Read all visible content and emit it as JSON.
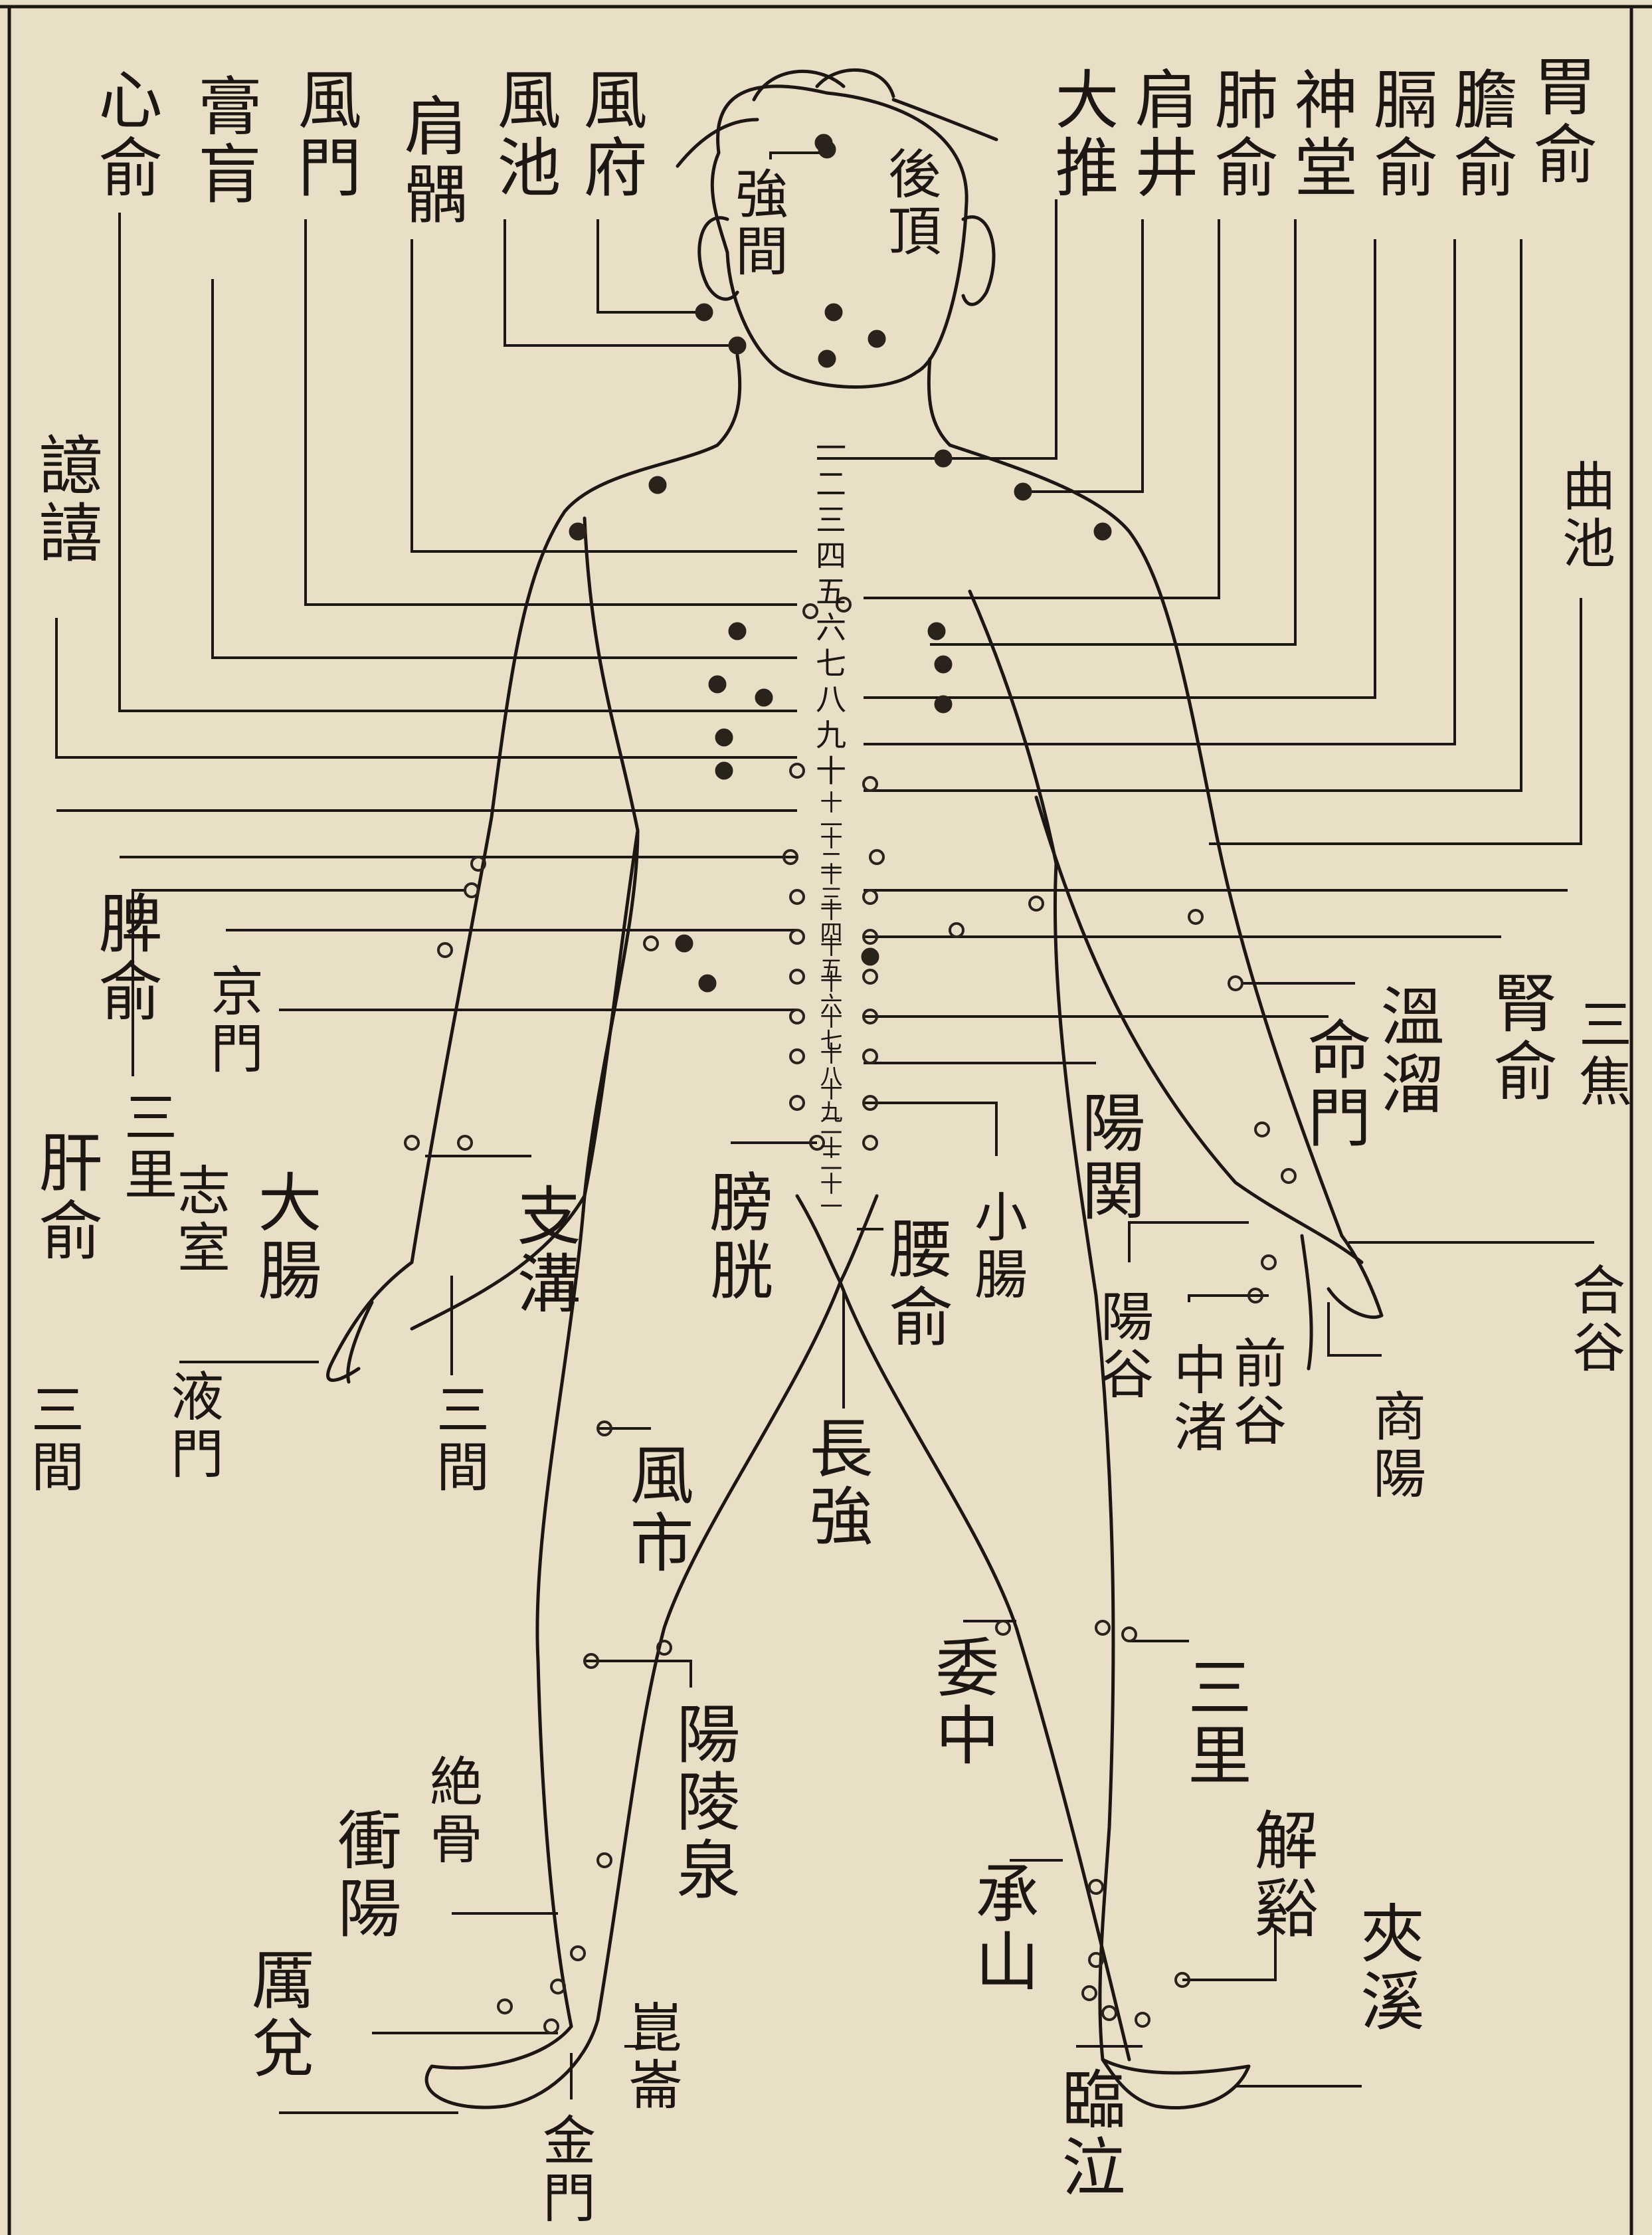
{
  "figure": {
    "paper_color": "#e9dfc6",
    "ink_color": "#1c1712",
    "dot_color": "#2a231c"
  },
  "labels": {
    "wei_shu": "胃俞",
    "dan_shu": "膽俞",
    "ge_shu": "膈俞",
    "shen_tang": "神堂",
    "fei_shu": "肺俞",
    "jian_jing": "肩井",
    "da_zhui": "大推",
    "feng_fu": "風府",
    "feng_chi": "風池",
    "jian_yu": "肩髃",
    "feng_men": "風門",
    "gao_huang": "膏肓",
    "xin_shu": "心俞",
    "hou_ding": "後頂",
    "qiang_jian": "強間",
    "yi_xi": "譩譆",
    "qu_chi": "曲池",
    "pi_shu": "脾俞",
    "jing_men": "京門",
    "san_li_arm": "三里",
    "zhi_shi": "志室",
    "da_chang": "大腸",
    "gan_shu": "肝俞",
    "zhi_gou": "支溝",
    "san_jian": "三間",
    "ye_men": "液門",
    "san_jian_edge": "三間",
    "san_jiao": "三焦",
    "shen_shu": "腎俞",
    "wen_liu": "溫溜",
    "ming_men": "命門",
    "yang_guan": "陽関",
    "xiao_chang": "小腸",
    "pang_guang": "膀胱",
    "yao_shu": "腰俞",
    "chang_qiang": "長強",
    "he_gu": "合谷",
    "yang_xi": "陽谷",
    "zhong_zhu": "中渚",
    "qian_gu": "前谷",
    "shang_yang": "商陽",
    "feng_shi": "風市",
    "yang_ling_quan": "陽陵泉",
    "wei_zhong": "委中",
    "san_li_leg": "三里",
    "jue_gu": "絶骨",
    "chong_yang": "衝陽",
    "cheng_shan": "承山",
    "jie_xi": "解谿",
    "li_dui": "厲兌",
    "kun_lun": "崑崙",
    "jin_men": "金門",
    "xia_xi": "夾溪",
    "lin_qi": "臨泣"
  },
  "spine_numbers": [
    "一",
    "二",
    "三",
    "四",
    "五",
    "六",
    "七",
    "八",
    "九",
    "十",
    "十一",
    "十二",
    "十三",
    "十四",
    "十五",
    "十六",
    "十七",
    "十八",
    "十九",
    "二十",
    "二十一"
  ]
}
